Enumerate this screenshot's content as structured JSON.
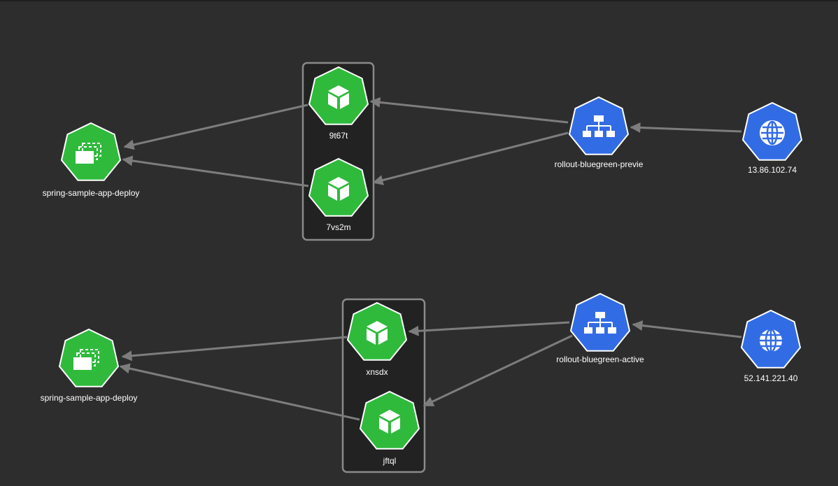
{
  "colors": {
    "background": "#2d2d2d",
    "deployment": "#2fba3c",
    "pod": "#2fba3c",
    "service": "#326ce5",
    "ingress": "#326ce5",
    "edge": "#7d7d7d"
  },
  "topology_1": {
    "deployment": {
      "label": "spring-sample-app-deploy",
      "icon": "deployment-icon"
    },
    "pods": [
      {
        "label": "9t67t",
        "icon": "pod-icon"
      },
      {
        "label": "7vs2m",
        "icon": "pod-icon"
      }
    ],
    "service": {
      "label": "rollout-bluegreen-previe",
      "icon": "service-icon"
    },
    "ingress": {
      "label": "13.86.102.74",
      "icon": "globe-icon"
    }
  },
  "topology_2": {
    "deployment": {
      "label": "spring-sample-app-deploy",
      "icon": "deployment-icon"
    },
    "pods": [
      {
        "label": "xnsdx",
        "icon": "pod-icon"
      },
      {
        "label": "jftql",
        "icon": "pod-icon"
      }
    ],
    "service": {
      "label": "rollout-bluegreen-active",
      "icon": "service-icon"
    },
    "ingress": {
      "label": "52.141.221.40",
      "icon": "globe-icon"
    }
  }
}
